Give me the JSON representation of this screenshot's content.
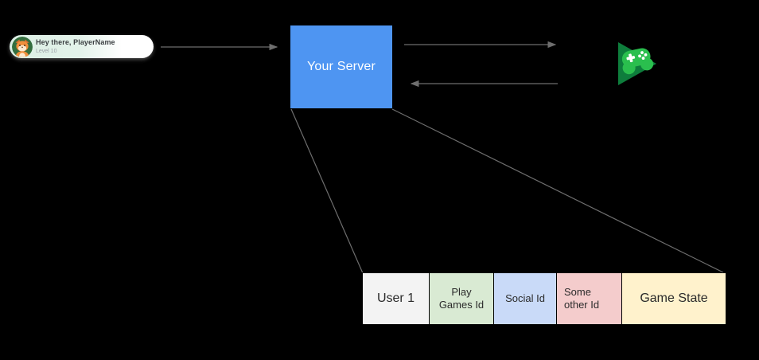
{
  "background_color": "#000000",
  "player_card": {
    "greeting": "Hey there, PlayerName",
    "level_label": "Level 10",
    "avatar_icon": "fox-avatar",
    "colors": {
      "tint": "#dcefe4",
      "greeting_text": "#3c4043",
      "level_text": "#9aa0a6",
      "avatar_bg": "#336e3e"
    }
  },
  "server_box": {
    "label": "Your Server",
    "bg_color": "#4e95f2",
    "text_color": "#ffffff"
  },
  "play_games": {
    "icon": "google-play-games-icon",
    "triangle_color": "#0e7d3c",
    "gamepad_color": "#2abf4e",
    "detail_color": "#ffffff"
  },
  "connectors": {
    "color": "#6e6e6e",
    "items": [
      {
        "name": "client-to-server-arrow",
        "direction": "right"
      },
      {
        "name": "server-to-playgames-arrow",
        "direction": "right"
      },
      {
        "name": "playgames-to-server-arrow",
        "direction": "left"
      },
      {
        "name": "server-to-table-left-line",
        "direction": "none"
      },
      {
        "name": "server-to-table-right-line",
        "direction": "none"
      }
    ]
  },
  "user_table": {
    "border_color": "#000000",
    "cells": [
      {
        "label": "User 1",
        "bg": "#f3f3f3"
      },
      {
        "label": "Play Games Id",
        "bg": "#d9ead3"
      },
      {
        "label": "Social Id",
        "bg": "#c9daf8"
      },
      {
        "label": "Some other Id",
        "bg": "#f4cccc"
      },
      {
        "label": "Game State",
        "bg": "#fff2cc"
      }
    ]
  }
}
